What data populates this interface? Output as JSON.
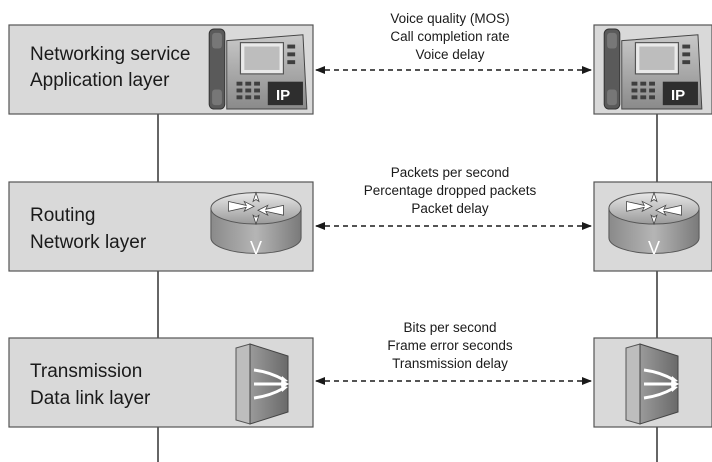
{
  "layers": [
    {
      "id": "application",
      "title_line1": "Networking service",
      "title_line2": "Application layer",
      "device": "ip-phone-icon",
      "device_label": "IP",
      "metrics": [
        "Voice quality (MOS)",
        "Call completion rate",
        "Voice delay"
      ]
    },
    {
      "id": "network",
      "title_line1": "Routing",
      "title_line2": "Network layer",
      "device": "router-icon",
      "device_label": "V",
      "metrics": [
        "Packets per second",
        "Percentage dropped packets",
        "Packet delay"
      ]
    },
    {
      "id": "datalink",
      "title_line1": "Transmission",
      "title_line2": "Data link layer",
      "device": "multiplexer-icon",
      "device_label": "",
      "metrics": [
        "Bits per second",
        "Frame error seconds",
        "Transmission delay"
      ]
    }
  ],
  "colors": {
    "box_fill": "#d9d9d9",
    "box_stroke": "#555555",
    "arrow": "#1a1a1a"
  }
}
